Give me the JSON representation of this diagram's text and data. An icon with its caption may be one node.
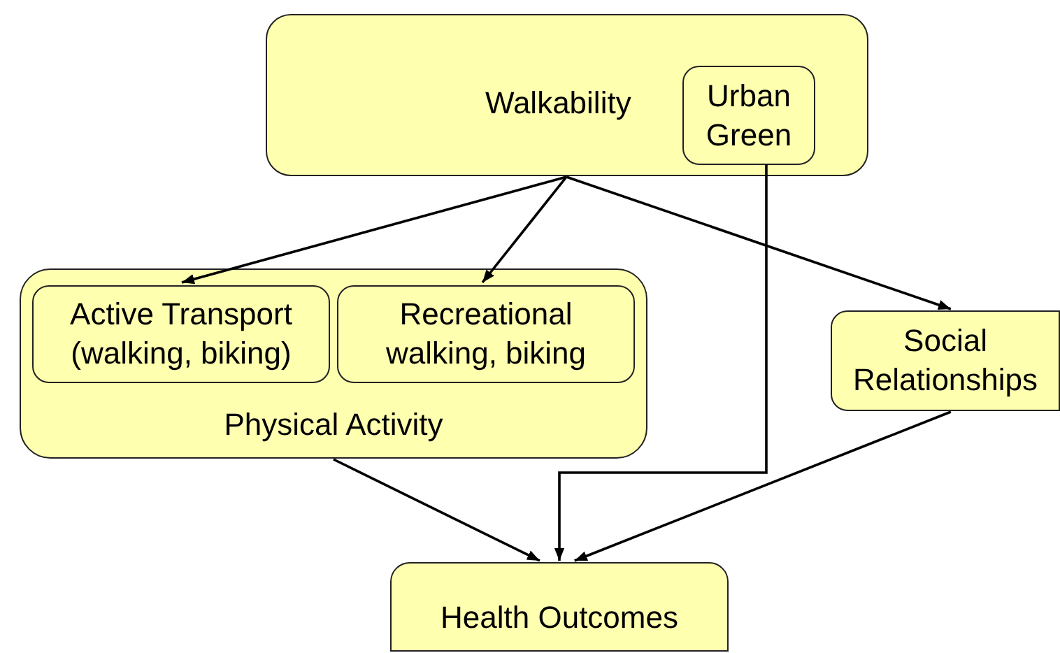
{
  "diagram": {
    "nodes": [
      {
        "text": [
          "Walkability"
        ]
      },
      {
        "text": [
          "Urban Green"
        ],
        "in": 0
      },
      {
        "text": [
          "Physical Activity"
        ]
      },
      {
        "text": [
          "Active Transport (walking, biking)"
        ],
        "in": 2
      },
      {
        "text": [
          "Recreational walking, biking"
        ],
        "in": 2
      },
      {
        "text": [
          "Social Relationships"
        ]
      },
      {
        "text": [
          "Health Outcomes"
        ]
      }
    ],
    "edges": [
      {
        "from": 0,
        "to": 3,
        "arrow": "to"
      },
      {
        "from": 0,
        "to": 4,
        "arrow": "to"
      },
      {
        "from": 0,
        "to": 5,
        "arrow": "to"
      },
      {
        "from": 1,
        "to": 6,
        "arrow": "to"
      },
      {
        "from": 2,
        "to": 6,
        "arrow": "to"
      },
      {
        "from": 5,
        "to": 6,
        "arrow": "to"
      }
    ]
  }
}
